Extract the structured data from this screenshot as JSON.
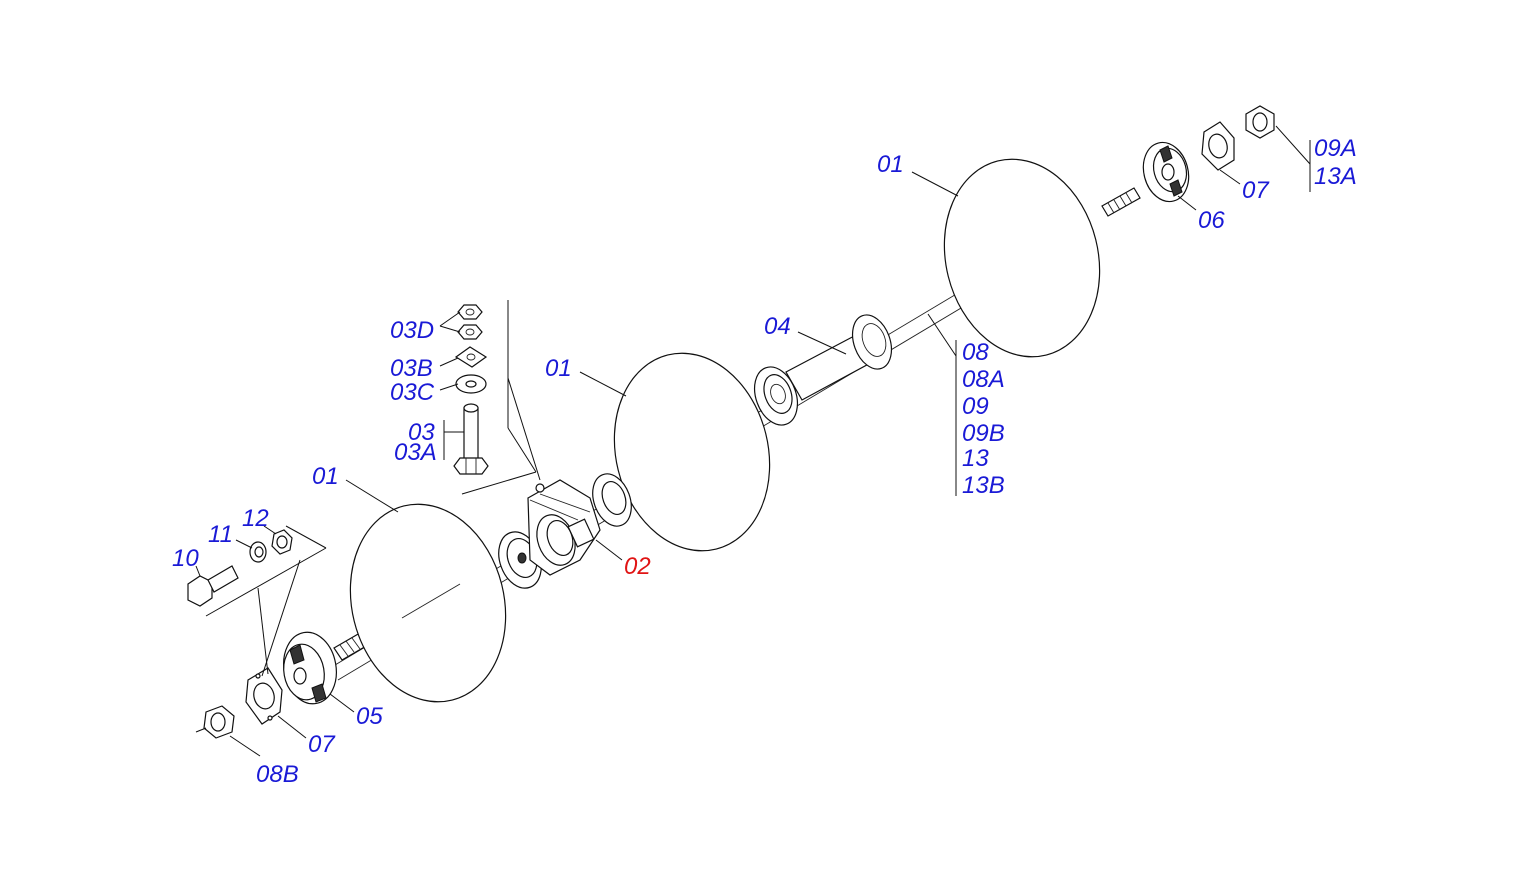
{
  "diagram": {
    "labels": {
      "p01_a": "01",
      "p01_b": "01",
      "p01_c": "01",
      "p02": "02",
      "p03": "03",
      "p03A": "03A",
      "p03B": "03B",
      "p03C": "03C",
      "p03D": "03D",
      "p04": "04",
      "p05": "05",
      "p06": "06",
      "p07_a": "07",
      "p07_b": "07",
      "p08": "08",
      "p08A": "08A",
      "p08B": "08B",
      "p09": "09",
      "p09A": "09A",
      "p09B": "09B",
      "p10": "10",
      "p11": "11",
      "p12": "12",
      "p13": "13",
      "p13A": "13A",
      "p13B": "13B"
    },
    "colors": {
      "label": "#1a1ad6",
      "highlight": "#e01414",
      "line": "#111111"
    },
    "highlighted_part": "02"
  }
}
